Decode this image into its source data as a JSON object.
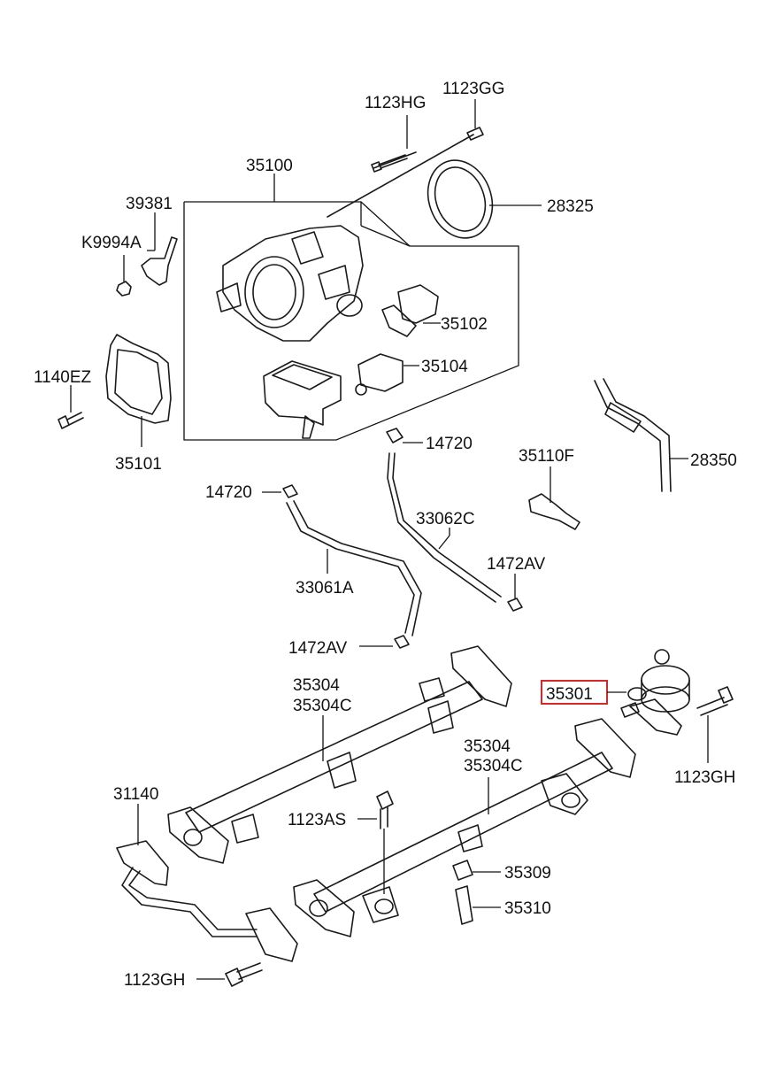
{
  "labels": {
    "p1123HG": "1123HG",
    "p1123GG": "1123GG",
    "p35100": "35100",
    "p39381": "39381",
    "pK9994A": "K9994A",
    "p28325": "28325",
    "p35102": "35102",
    "p1140EZ": "1140EZ",
    "p35104": "35104",
    "p35101": "35101",
    "p14720a": "14720",
    "p35110F": "35110F",
    "p28350": "28350",
    "p14720b": "14720",
    "p33062C": "33062C",
    "p1472AVa": "1472AV",
    "p33061A": "33061A",
    "p1472AVb": "1472AV",
    "p35304a": "35304",
    "p35304Ca": "35304C",
    "p35301": "35301",
    "p1123GHa": "1123GH",
    "p35304b": "35304",
    "p35304Cb": "35304C",
    "p31140": "31140",
    "p1123AS": "1123AS",
    "p35309": "35309",
    "p35310": "35310",
    "p1123GHb": "1123GH"
  },
  "highlight": {
    "part": "35301",
    "color": "#d62828"
  }
}
